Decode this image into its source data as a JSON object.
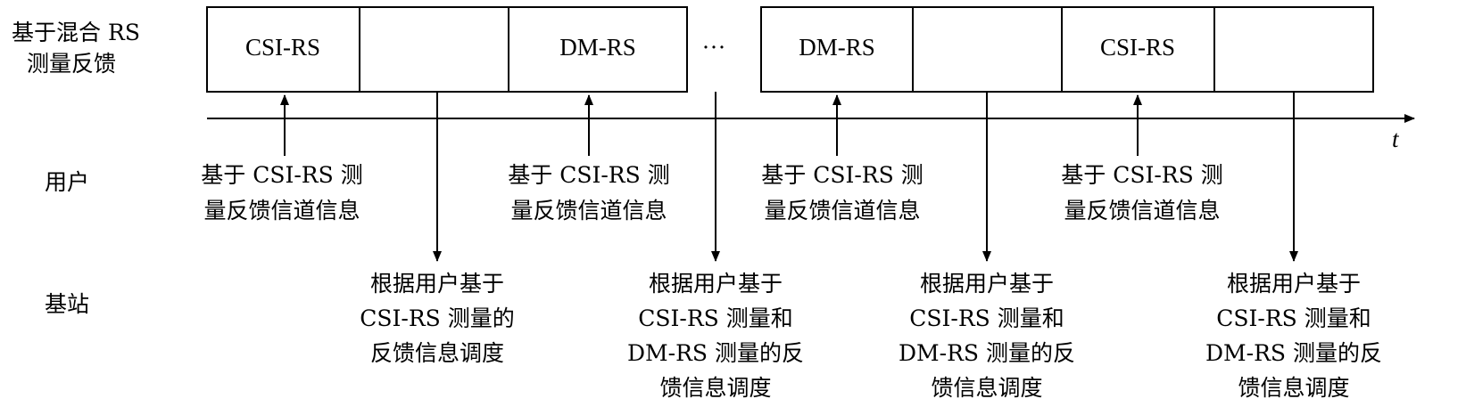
{
  "rows": {
    "top_line1": "基于混合 RS",
    "top_line2": "测量反馈",
    "user": "用户",
    "bs": "基站"
  },
  "frames": {
    "group1": [
      "CSI-RS",
      "",
      "DM-RS"
    ],
    "ellipsis": "···",
    "group2": [
      "DM-RS",
      "",
      "CSI-RS",
      ""
    ]
  },
  "time_axis_label": "t",
  "user_feedback": [
    [
      "基于 CSI-RS 测",
      "量反馈信道信息"
    ],
    [
      "基于 CSI-RS 测",
      "量反馈信道信息"
    ],
    [
      "基于 CSI-RS 测",
      "量反馈信道信息"
    ],
    [
      "基于 CSI-RS 测",
      "量反馈信道信息"
    ]
  ],
  "bs_schedule": [
    [
      "根据用户基于",
      "CSI-RS 测量的",
      "反馈信息调度"
    ],
    [
      "根据用户基于",
      "CSI-RS 测量和",
      "DM-RS 测量的反",
      "馈信息调度"
    ],
    [
      "根据用户基于",
      "CSI-RS 测量和",
      "DM-RS 测量的反",
      "馈信息调度"
    ],
    [
      "根据用户基于",
      "CSI-RS 测量和",
      "DM-RS 测量的反",
      "馈信息调度"
    ]
  ]
}
